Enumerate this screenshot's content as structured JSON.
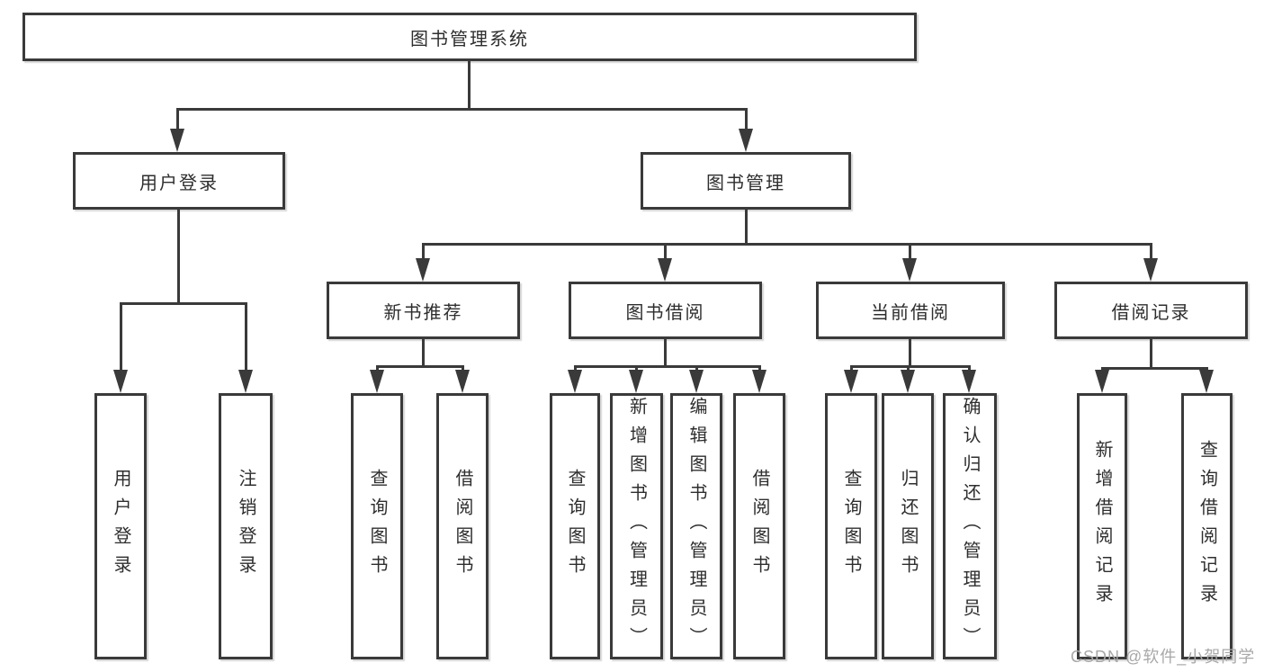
{
  "diagram": {
    "root": {
      "label": "图书管理系统"
    },
    "branches": [
      {
        "label": "用户登录"
      },
      {
        "label": "图书管理"
      }
    ],
    "sections": [
      {
        "label": "新书推荐"
      },
      {
        "label": "图书借阅"
      },
      {
        "label": "当前借阅"
      },
      {
        "label": "借阅记录"
      }
    ],
    "leaves": {
      "user_login": [
        "用户登录",
        "注销登录"
      ],
      "new_book": [
        "查询图书",
        "借阅图书"
      ],
      "borrow": [
        "查询图书",
        "新增图书（管理员）",
        "编辑图书（管理员）",
        "借阅图书"
      ],
      "current": [
        "查询图书",
        "归还图书",
        "确认归还（管理员）"
      ],
      "records": [
        "新增借阅记录",
        "查询借阅记录"
      ]
    },
    "colors": {
      "line": "#3a3a3a",
      "text": "#2e2e2e",
      "box_background": "#ffffff",
      "watermark": "#a8a8a8"
    },
    "watermark": {
      "text": "CSDN @软件_小贺同学"
    }
  }
}
